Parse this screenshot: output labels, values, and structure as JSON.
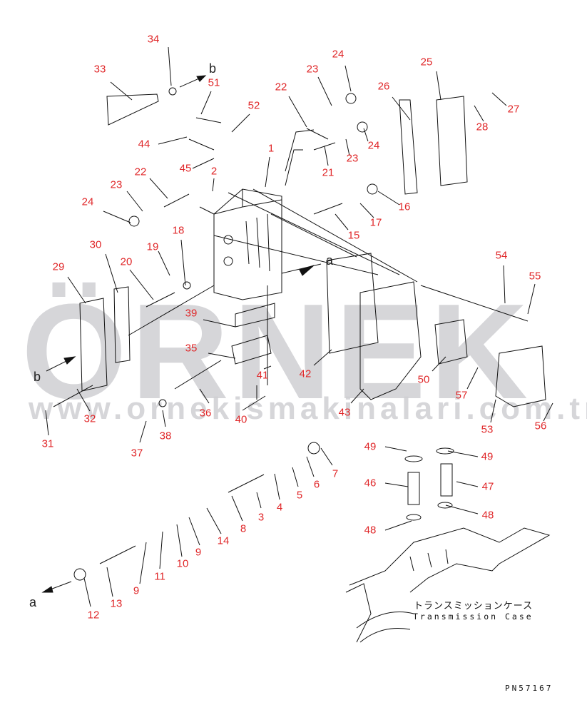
{
  "watermark": {
    "logo": "ÖRNEK",
    "url": "www.ornekismakinalari.com.tr"
  },
  "arrow_labels": [
    "b",
    "a",
    "b",
    "a"
  ],
  "part_labels": [
    "34",
    "33",
    "51",
    "52",
    "22",
    "23",
    "24",
    "26",
    "25",
    "27",
    "28",
    "44",
    "45",
    "2",
    "1",
    "21",
    "23",
    "24",
    "22",
    "23",
    "24",
    "16",
    "17",
    "15",
    "18",
    "30",
    "19",
    "20",
    "29",
    "54",
    "55",
    "39",
    "35",
    "41",
    "42",
    "50",
    "57",
    "43",
    "53",
    "56",
    "31",
    "32",
    "36",
    "40",
    "37",
    "38",
    "49",
    "49",
    "46",
    "47",
    "48",
    "48",
    "7",
    "6",
    "5",
    "4",
    "3",
    "8",
    "14",
    "9",
    "10",
    "9",
    "11",
    "12",
    "13"
  ],
  "case_label": {
    "japanese": "トランスミッションケース",
    "english": "Transmission Case"
  },
  "drawing_number": "PN57167",
  "colors": {
    "label": "#e0282a",
    "line": "#111111",
    "watermark": "#cfcfd3"
  }
}
